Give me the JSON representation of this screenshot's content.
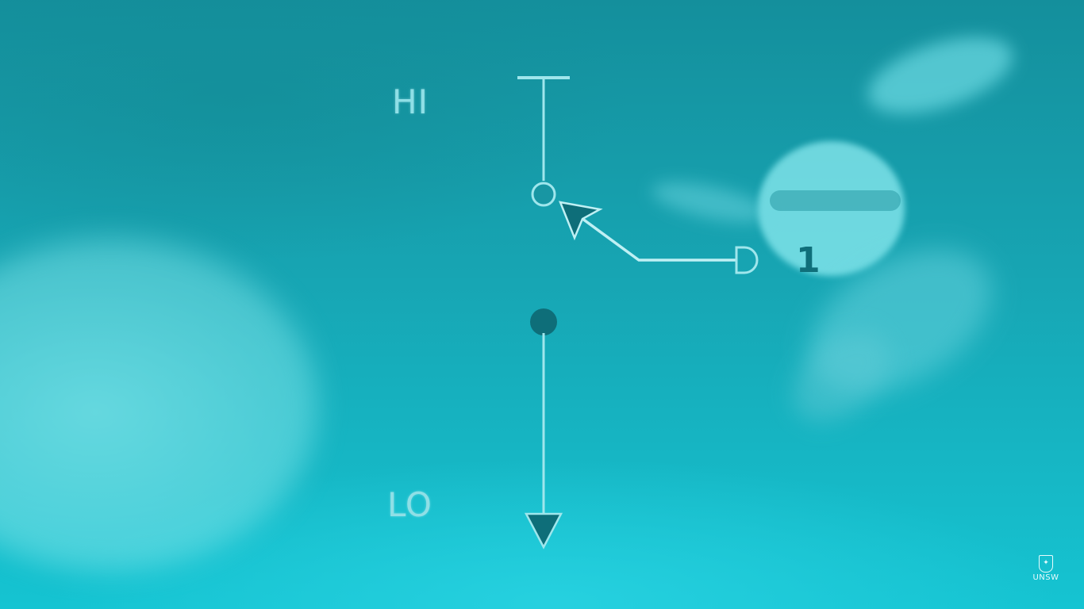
{
  "labels": {
    "high": "HI",
    "low": "LO",
    "input_pin": "D",
    "input_value": "1"
  },
  "logo": {
    "text": "UNSW"
  },
  "colors": {
    "background": "#16a6b4",
    "line_light": "#9fe6ec",
    "node_dark": "#0e6e79",
    "label_light": "#8fdfe6",
    "number_dark": "#0f6f7a"
  }
}
